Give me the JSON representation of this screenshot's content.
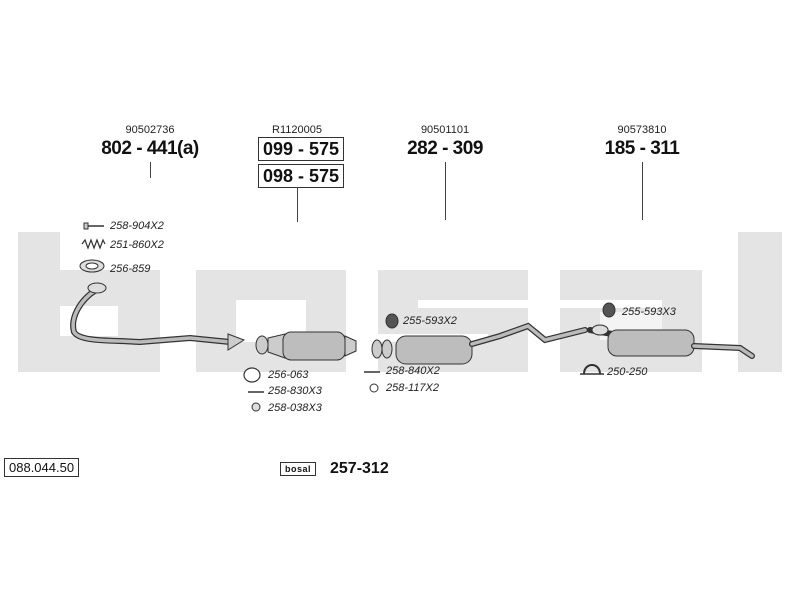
{
  "watermark": "bosal",
  "colors": {
    "watermark": "#e4e4e4",
    "part": "#9a9a9a",
    "outline": "#333333"
  },
  "groups": [
    {
      "oe": "90502736",
      "part": "802 - 441(a)"
    },
    {
      "oe": "R1120005",
      "parts": [
        "099 - 575",
        "098 - 575"
      ]
    },
    {
      "oe": "90501101",
      "part": "282 - 309"
    },
    {
      "oe": "90573810",
      "part": "185 - 311"
    }
  ],
  "accessories": {
    "front_pipe": [
      "258-904X2",
      "251-860X2",
      "256-859"
    ],
    "catalyst": [
      "256-063",
      "258-830X3",
      "258-038X3"
    ],
    "middle_top": "255-593X2",
    "middle_bottom": [
      "258-840X2",
      "258-117X2"
    ],
    "rear_top": "255-593X3",
    "rear_bottom": "250-250"
  },
  "reference": "088.044.50",
  "kit": {
    "logo": "bosal",
    "number": "257-312"
  }
}
